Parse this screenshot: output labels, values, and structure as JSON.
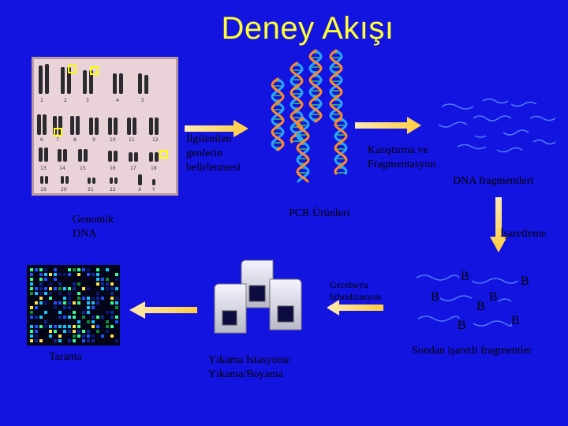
{
  "title": "Deney Akışı",
  "labels": {
    "genes": "İlgilenilen\ngenlerin\nbelirlenmesi",
    "mixing": "Karıştırma ve\nFragmentasyon",
    "fragments": "DNA fragmentleri",
    "genomic_dna": "Genomik\nDNA",
    "pcr": "PCR Ürünleri",
    "labeling": "İşaretleme",
    "hybridization": "Geceboyu\nhibridizasyon",
    "end_labeled": "Sondan işaretli fragmentler",
    "scan": "Tarama",
    "wash": "Yıkama İstasyonu:\nYıkama/Boyama"
  },
  "b_labels": [
    "B",
    "B",
    "B",
    "B",
    "B",
    "B",
    "B"
  ],
  "chromosome_numbers": [
    "1",
    "2",
    "3",
    "4",
    "5",
    "6",
    "7",
    "8",
    "9",
    "10",
    "11",
    "12",
    "13",
    "14",
    "15",
    "16",
    "17",
    "18",
    "19",
    "20",
    "21",
    "22",
    "X",
    "Y"
  ],
  "colors": {
    "background": "#1414e0",
    "title": "#ffff33",
    "arrow_fill": "#ffd45a",
    "arrow_fill_light": "#ffe9b0",
    "helix_blue": "#2aa7ff",
    "helix_orange": "#ff8a2a",
    "helix_green": "#3dc46a",
    "fragment_line": "#4d7fff"
  }
}
